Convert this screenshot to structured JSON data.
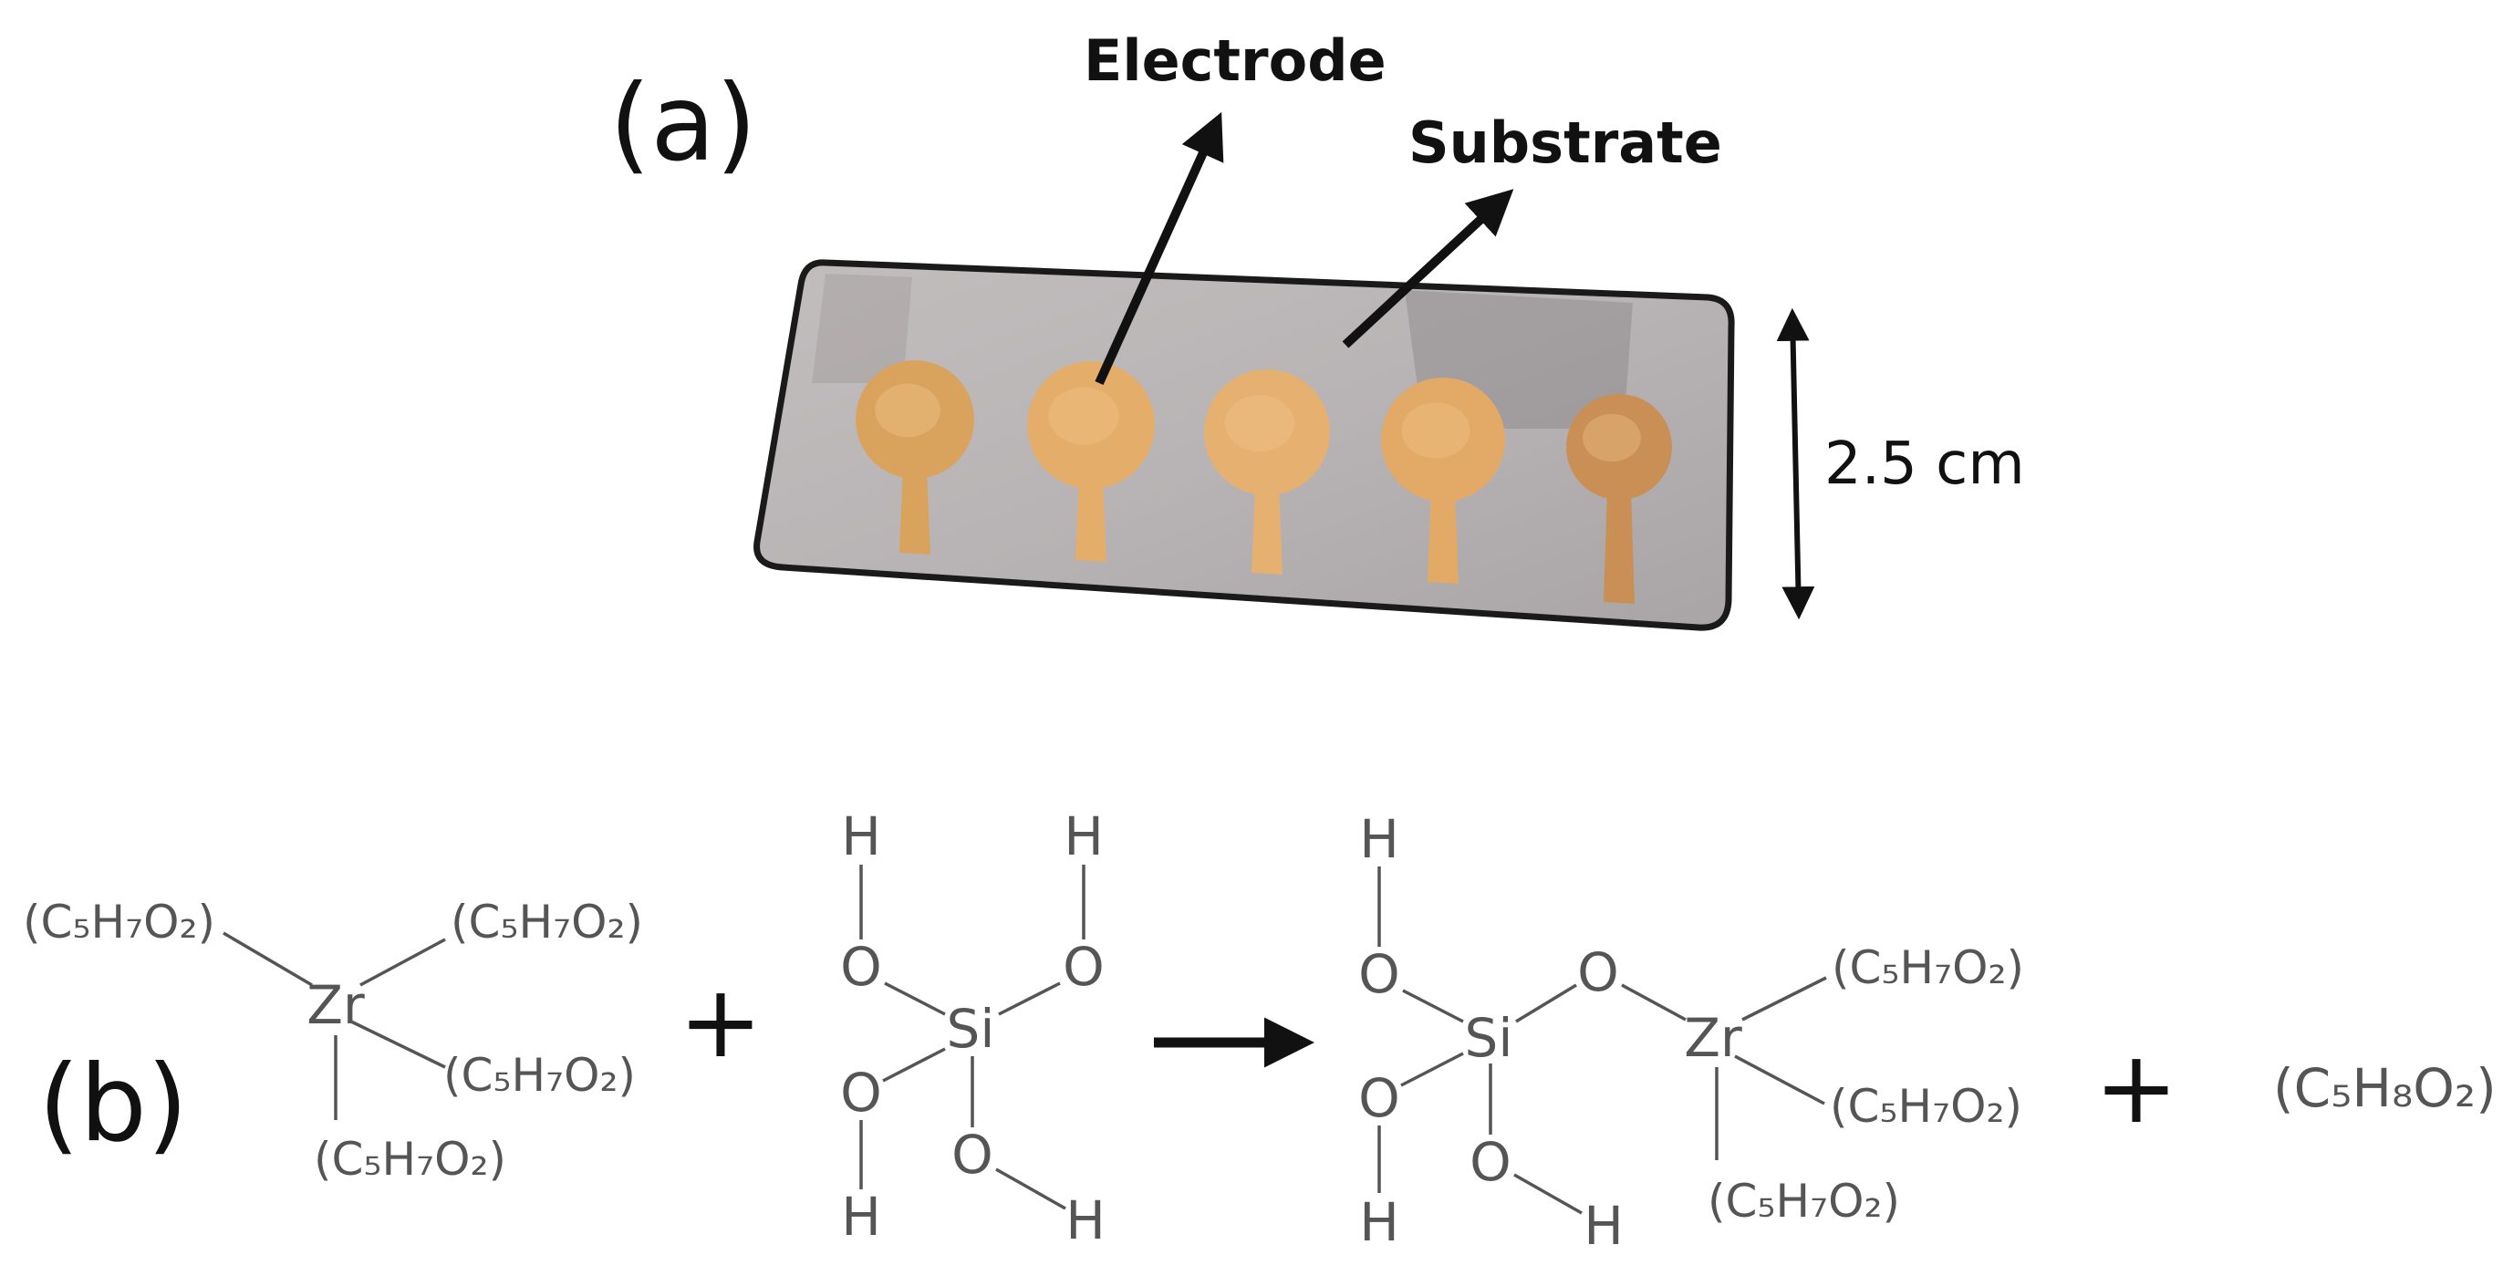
{
  "panel_a": {
    "label": "(a)",
    "callout_electrode": "Electrode",
    "callout_substrate": "Substrate",
    "dimension": "2.5 cm",
    "electrode_count": 5
  },
  "panel_b": {
    "label": "(b)",
    "plus": "+",
    "reactant_zr": {
      "center": "Zr",
      "ligand_top_left": "(C₅H₇O₂)",
      "ligand_top_right": "(C₅H₇O₂)",
      "ligand_mid_right": "(C₅H₇O₂)",
      "ligand_bottom": "(C₅H₇O₂)"
    },
    "reactant_si": {
      "center": "Si",
      "o_tl": "O",
      "o_tr": "O",
      "o_bl": "O",
      "o_br": "O",
      "h_tl": "H",
      "h_tr": "H",
      "h_bl": "H",
      "h_br": "H"
    },
    "product": {
      "si": "Si",
      "zr": "Zr",
      "o_bridge": "O",
      "o_tl": "O",
      "o_bl": "O",
      "o_b": "O",
      "h_tl": "H",
      "h_bl": "H",
      "h_b": "H",
      "ligand_1": "(C₅H₇O₂)",
      "ligand_2": "(C₅H₇O₂)",
      "ligand_3": "(C₅H₇O₂)"
    },
    "byproduct": "(C₅H₈O₂)"
  },
  "colors": {
    "substrate": "#b7b3b3",
    "electrode": "#e0a862",
    "ink": "#111111",
    "chem_gray": "#555555"
  }
}
